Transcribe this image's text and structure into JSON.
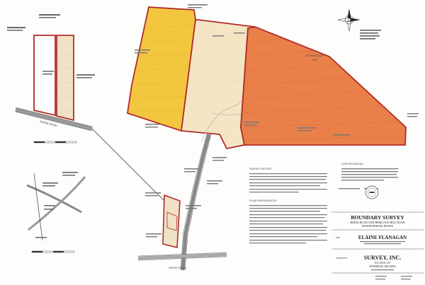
{
  "roads": {
    "ridge_main": "RIDGE ROAD",
    "ridge_inset": "RIDGE ROAD",
    "interstate_line1": "INTERSTATE",
    "interstate_line2": "295"
  },
  "colors": {
    "boundary": "#b22a2a",
    "yellow_parcel": "#f3c640",
    "cream_parcel": "#f4e6c4",
    "orange_parcel": "#e9804a",
    "inset_parcel": "#efe2c6",
    "road": "#777777",
    "text": "#333333"
  },
  "labels": {
    "survey_notes_heading": "SURVEY NOTES",
    "plan_references_heading": "PLAN REFERENCES",
    "certification_heading": "CERTIFICATION:"
  },
  "title_block": {
    "title": "BOUNDARY SURVEY",
    "subtitle_1": "RIDGE ROAD AND HEMLOCK HILL ROAD",
    "subtitle_2": "BOWDOINHAM, MAINE",
    "for_label": "FOR",
    "client": "ELAINE FLANAGAN",
    "surveyor_label": "SURVEY BY",
    "firm": "SURVEY, INC.",
    "firm_line_1": "P.O. BOX 170",
    "firm_line_2": "WINDHAM, ME 04062"
  },
  "icons": {
    "north_arrow": "north-arrow-icon",
    "seal": "surveyor-seal-icon"
  }
}
